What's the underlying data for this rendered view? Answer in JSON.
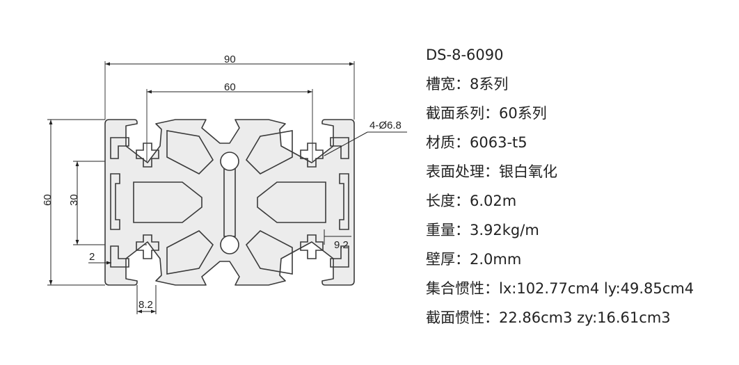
{
  "drawing": {
    "dim_width": "90",
    "dim_slot_spacing": "60",
    "dim_height": "60",
    "dim_inner_height": "30",
    "dim_hole": "4-Ø6.8",
    "dim_slot_depth": "9.2",
    "dim_wall": "2",
    "dim_slot_opening": "8.2"
  },
  "specs": [
    "DS-8-6090",
    "槽宽：8系列",
    "截面系列：60系列",
    "材质：6063-t5",
    "表面处理：银白氧化",
    "长度：6.02m",
    "重量：3.92kg/m",
    "壁厚：2.0mm",
    "集合惯性：lx:102.77cm4 ly:49.85cm4",
    "截面惯性：22.86cm3 zy:16.61cm3"
  ]
}
